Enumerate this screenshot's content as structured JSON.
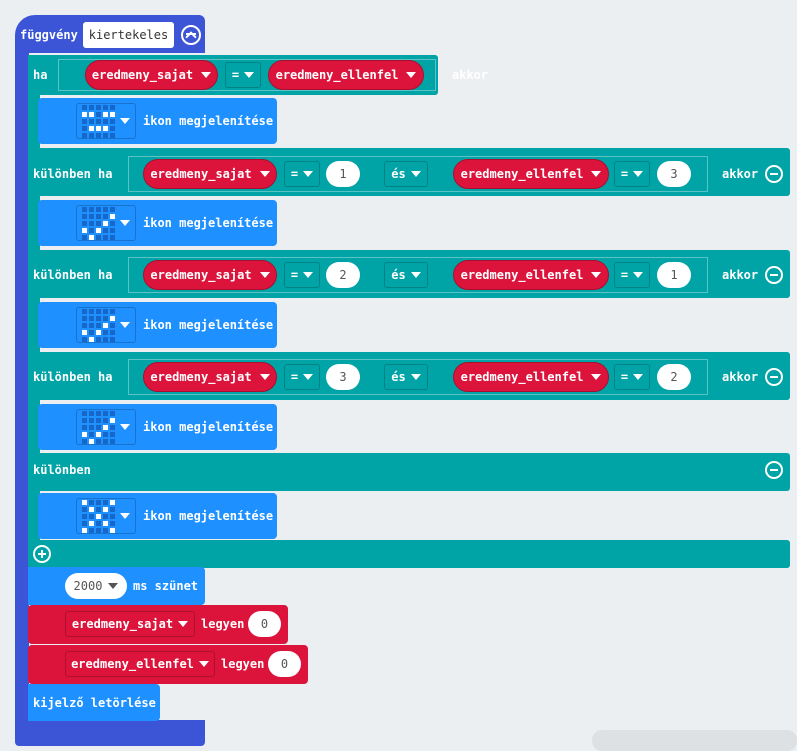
{
  "function": {
    "keyword": "függvény",
    "name": "kiertekeles"
  },
  "if_block": {
    "if_label": "ha",
    "then_label": "akkor",
    "elseif_label": "különben ha",
    "else_label": "különben",
    "and_label": "és",
    "eq_label": "=",
    "if_condition": {
      "left": "eredmeny_sajat",
      "op": "=",
      "right": "eredmeny_ellenfel"
    },
    "elseifs": [
      {
        "left_var": "eredmeny_sajat",
        "left_val": "1",
        "right_var": "eredmeny_ellenfel",
        "right_val": "3"
      },
      {
        "left_var": "eredmeny_sajat",
        "left_val": "2",
        "right_var": "eredmeny_ellenfel",
        "right_val": "1"
      },
      {
        "left_var": "eredmeny_sajat",
        "left_val": "3",
        "right_var": "eredmeny_ellenfel",
        "right_val": "2"
      }
    ],
    "show_icon_label": "ikon megjelenítése",
    "icons": [
      [
        0,
        0,
        0,
        0,
        0,
        1,
        1,
        0,
        1,
        1,
        0,
        0,
        0,
        0,
        0,
        0,
        1,
        1,
        1,
        0,
        0,
        0,
        0,
        0,
        0
      ],
      [
        0,
        0,
        0,
        0,
        0,
        0,
        0,
        0,
        0,
        1,
        0,
        0,
        0,
        1,
        0,
        1,
        0,
        1,
        0,
        0,
        0,
        1,
        0,
        0,
        0
      ],
      [
        0,
        0,
        0,
        0,
        0,
        0,
        0,
        0,
        0,
        1,
        0,
        0,
        0,
        1,
        0,
        1,
        0,
        1,
        0,
        0,
        0,
        1,
        0,
        0,
        0
      ],
      [
        0,
        0,
        0,
        0,
        0,
        0,
        0,
        0,
        0,
        1,
        0,
        0,
        0,
        1,
        0,
        1,
        0,
        1,
        0,
        0,
        0,
        1,
        0,
        0,
        0
      ],
      [
        1,
        0,
        0,
        0,
        1,
        0,
        1,
        0,
        1,
        0,
        0,
        0,
        1,
        0,
        0,
        0,
        1,
        0,
        1,
        0,
        1,
        0,
        0,
        0,
        1
      ]
    ]
  },
  "pause": {
    "value": "2000",
    "label": "ms szünet"
  },
  "sets": [
    {
      "var": "eredmeny_sajat",
      "label": "legyen",
      "value": "0"
    },
    {
      "var": "eredmeny_ellenfel",
      "label": "legyen",
      "value": "0"
    }
  ],
  "clear": {
    "label": "kijelző letörlése"
  }
}
